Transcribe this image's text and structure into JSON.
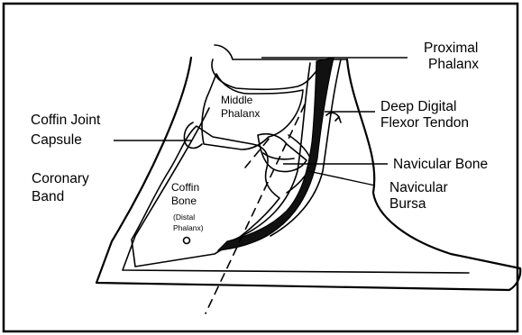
{
  "labels": {
    "proximal_phalanx": [
      "Proximal",
      "Phalanx"
    ],
    "middle_phalanx": [
      "Middle",
      "Phalanx"
    ],
    "deep_digital_flexor_tendon": [
      "Deep Digital",
      "Flexor Tendon"
    ],
    "coffin_joint_capsule": [
      "Coffin Joint",
      "Capsule"
    ],
    "navicular_bone": [
      "Navicular Bone"
    ],
    "coronary_band": [
      "Coronary",
      "Band"
    ],
    "coffin_bone": [
      "Coffin",
      "Bone"
    ],
    "distal_phalanx": [
      "(Distal",
      "Phalanx)"
    ],
    "navicular_bursa": [
      "Navicular",
      "Bursa"
    ]
  }
}
